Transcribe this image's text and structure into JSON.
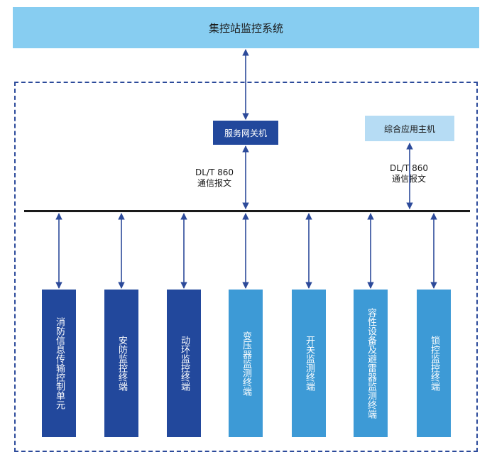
{
  "top_system": "集控站监控系统",
  "gateway": "服务网关机",
  "host": "综合应用主机",
  "protocol_left": {
    "line1": "DL/T 860",
    "line2": "通信报文"
  },
  "protocol_right": {
    "line1": "DL/T 860",
    "line2": "通信报文"
  },
  "terminals": [
    {
      "label": "消防信息传输控制单元",
      "tone": "dark"
    },
    {
      "label": "安防监控终端",
      "tone": "dark"
    },
    {
      "label": "动环监控终端",
      "tone": "dark"
    },
    {
      "label": "变压器监测终端",
      "tone": "light"
    },
    {
      "label": "开关监测终端",
      "tone": "light"
    },
    {
      "label": "容性设备及避雷器监测终端",
      "tone": "light"
    },
    {
      "label": "锁控监控终端",
      "tone": "light"
    }
  ],
  "colors": {
    "dark_blue": "#22489c",
    "light_blue": "#3d9ad6",
    "top_blue": "#87cdf1",
    "host_blue": "#b6dcf4",
    "arrow": "#2c4a9a"
  }
}
